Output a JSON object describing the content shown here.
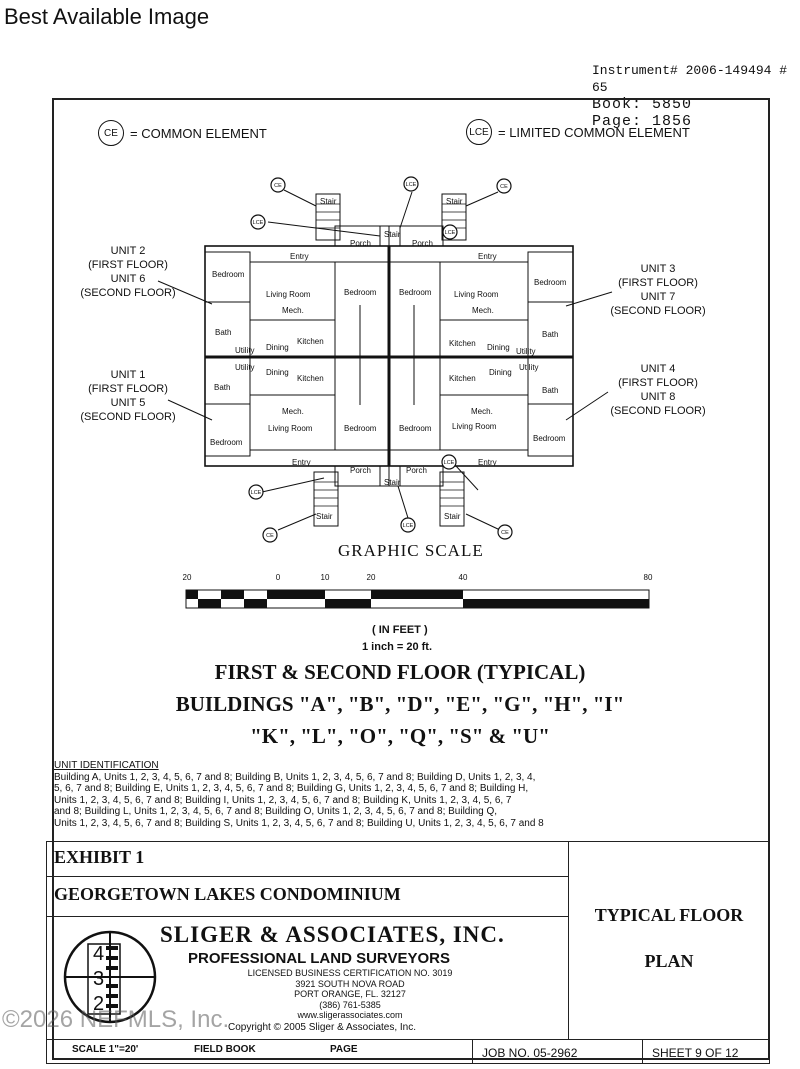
{
  "header": {
    "best_available": "Best Available Image",
    "instrument": "Instrument# 2006-149494 # 65",
    "book": "Book: 5850",
    "page": "Page: 1856"
  },
  "legend": {
    "ce_symbol": "CE",
    "ce_text": "= COMMON ELEMENT",
    "lce_symbol": "LCE",
    "lce_text": "= LIMITED COMMON ELEMENT"
  },
  "plan": {
    "unit_2_6": [
      "UNIT 2",
      "(FIRST FLOOR)",
      "UNIT 6",
      "(SECOND FLOOR)"
    ],
    "unit_1_5": [
      "UNIT 1",
      "(FIRST FLOOR)",
      "UNIT 5",
      "(SECOND FLOOR)"
    ],
    "unit_3_7": [
      "UNIT 3",
      "(FIRST FLOOR)",
      "UNIT 7",
      "(SECOND FLOOR)"
    ],
    "unit_4_8": [
      "UNIT 4",
      "(FIRST FLOOR)",
      "UNIT 8",
      "(SECOND FLOOR)"
    ],
    "rooms": {
      "bedroom": "Bedroom",
      "living_room": "Living Room",
      "kitchen": "Kitchen",
      "dining": "Dining",
      "bath": "Bath",
      "utility": "Utility",
      "mech": "Mech.",
      "entry": "Entry",
      "porch": "Porch",
      "stair": "Stair"
    }
  },
  "scale": {
    "title": "GRAPHIC SCALE",
    "ticks": [
      "20",
      "0",
      "10",
      "20",
      "40",
      "80"
    ],
    "units": "( IN FEET )",
    "ratio": "1 inch = 20 ft."
  },
  "titles": {
    "line1": "FIRST & SECOND FLOOR (TYPICAL)",
    "line2": "BUILDINGS \"A\", \"B\", \"D\", \"E\", \"G\", \"H\", \"I\"",
    "line3": "\"K\", \"L\", \"O\", \"Q\", \"S\" & \"U\""
  },
  "unit_identification": {
    "heading": "UNIT IDENTIFICATION",
    "lines": [
      "Building A, Units 1, 2, 3, 4, 5, 6, 7 and 8; Building B, Units 1, 2, 3, 4, 5, 6, 7 and 8; Building D, Units 1, 2, 3, 4,",
      "5, 6, 7 and 8; Building E, Units 1, 2, 3, 4, 5, 6, 7 and 8; Building G, Units 1, 2, 3, 4, 5, 6, 7 and 8; Building H,",
      "Units 1, 2, 3, 4, 5, 6, 7 and 8; Building I,  Units 1, 2, 3, 4, 5, 6, 7 and 8; Building K, Units 1, 2, 3, 4, 5, 6, 7",
      "and 8;  Building L, Units 1, 2, 3, 4, 5, 6, 7 and 8; Building O, Units 1, 2, 3, 4, 5, 6, 7 and 8; Building Q,",
      "Units 1, 2, 3, 4, 5, 6, 7 and 8; Building S, Units 1, 2, 3, 4, 5, 6, 7 and 8; Building U, Units 1, 2, 3, 4, 5, 6, 7 and 8"
    ]
  },
  "title_block": {
    "exhibit": "EXHIBIT 1",
    "project": "GEORGETOWN LAKES CONDOMINIUM",
    "drawing_title_1": "TYPICAL FLOOR",
    "drawing_title_2": "PLAN",
    "firm": "SLIGER & ASSOCIATES, INC.",
    "profession": "PROFESSIONAL LAND SURVEYORS",
    "license": "LICENSED BUSINESS CERTIFICATION NO. 3019",
    "address1": "3921 SOUTH NOVA ROAD",
    "address2": "PORT ORANGE, FL. 32127",
    "phone": "(386) 761-5385",
    "web": "www.sligerassociates.com",
    "copyright": "Copyright © 2005 Sliger & Associates, Inc.",
    "logo_digits": [
      "4",
      "3",
      "2"
    ],
    "scale_label": "SCALE  1\"=20'",
    "field_book": "FIELD BOOK",
    "page_label": "PAGE",
    "job_no": "JOB NO. 05-2962",
    "sheet": "SHEET 9 OF 12"
  },
  "watermark": "©2026 NEFMLS, Inc."
}
